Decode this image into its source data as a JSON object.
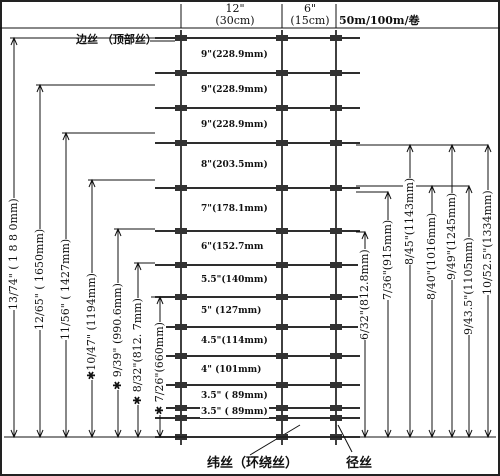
{
  "header": {
    "col1_inch": "12\"",
    "col1_cm": "(30cm)",
    "col2_inch": "6\"",
    "col2_cm": "(15cm)",
    "roll": "50m/100m/卷"
  },
  "top_wire_label": "边丝 （顶部丝）",
  "spacings": [
    "9\"(228.9mm)",
    "9\"(228.9mm)",
    "9\"(228.9mm)",
    "8\"(203.5mm)",
    "7\"(178.1mm)",
    "6\"(152.7mm",
    "5.5\"(140mm)",
    "5\"  (127mm)",
    "4.5\"(114mm)",
    "4\"   (101mm)",
    "3.5\" ( 89mm)",
    "3.5\" ( 89mm)"
  ],
  "left_heights": [
    "13/74\" ( 1 8 8 0mm)",
    "12/65\" ( 1650mm)",
    "11/56\" ( 1427mm)",
    "✱10/47\" (1194mm)",
    "✱ 9/39\" (990.6mm)",
    "✱ 8/32\"(812. 7mm)",
    "✱ 7/26\"(660mm)"
  ],
  "right_heights": [
    "6/32\"(812.8mm)",
    "7/36\"(915mm)",
    "8/45\"(1143mm)",
    "8/40\"(1016mm)",
    "9/49\"(1245mm)",
    "9/43.5\"(1105mm)",
    "10/52.5\"(1334mm)"
  ],
  "bottom_labels": {
    "line_wire": "纬丝（环绕丝）",
    "stay_wire": "径丝"
  }
}
